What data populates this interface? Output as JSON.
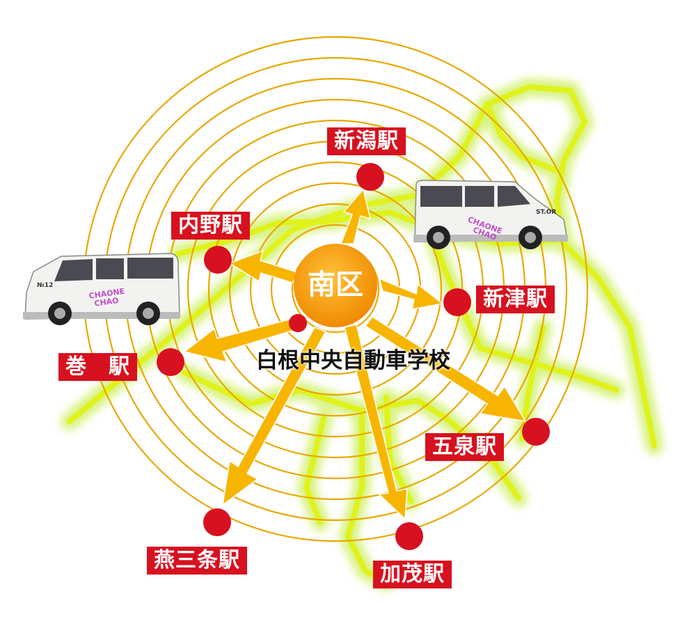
{
  "center": {
    "label": "南区",
    "school": "白根中央自動車学校"
  },
  "stations": [
    {
      "id": "niigata",
      "label": "新潟駅"
    },
    {
      "id": "uchino",
      "label": "内野駅"
    },
    {
      "id": "niitsu",
      "label": "新津駅"
    },
    {
      "id": "maki",
      "label": "巻　駅"
    },
    {
      "id": "gosen",
      "label": "五泉駅"
    },
    {
      "id": "tsubamesanjo",
      "label": "燕三条駅"
    },
    {
      "id": "kamo",
      "label": "加茂駅"
    }
  ],
  "vans": [
    {
      "id": "left",
      "number": "№12"
    },
    {
      "id": "right",
      "number": "ST.OR"
    }
  ],
  "colors": {
    "station_red": "#d7111f",
    "ring": "#e8a800",
    "arrow": "#f7b500",
    "center": "#f39800",
    "glow": "#d6ee18"
  },
  "icons": [
    "station-marker-icon",
    "van-icon",
    "direction-arrow-icon"
  ]
}
